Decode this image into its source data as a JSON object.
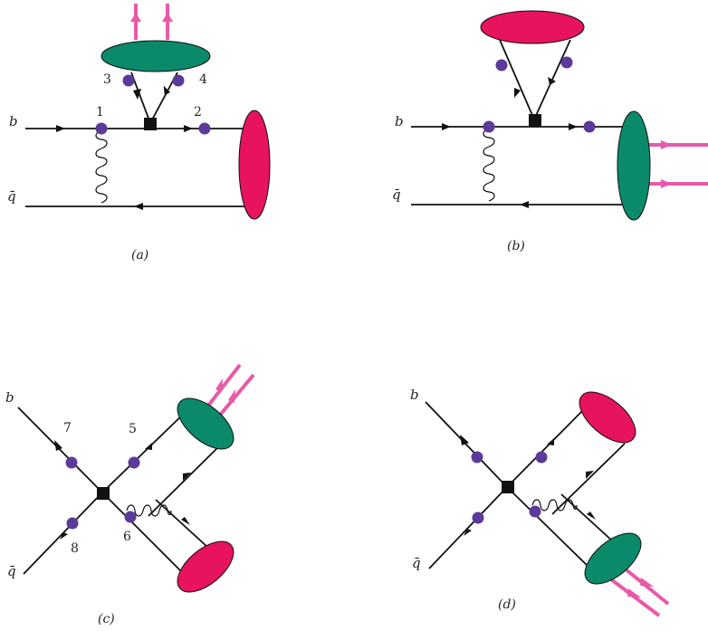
{
  "colors": {
    "line": "#111111",
    "vertex_dot": "#5b3a9a",
    "weak_vertex": "#111111",
    "teal_blob": "#0a8a6b",
    "crimson_blob": "#e8135e",
    "outgoing_arrow": "#e85aa8"
  },
  "diagrams": {
    "a": {
      "caption": "(a)",
      "quark_b": "b",
      "antiquark": "q̄",
      "vertex_labels": [
        "1",
        "2",
        "3",
        "4"
      ]
    },
    "b": {
      "caption": "(b)",
      "quark_b": "b",
      "antiquark": "q̄"
    },
    "c": {
      "caption": "(c)",
      "quark_b": "b",
      "antiquark": "q̄",
      "vertex_labels": [
        "5",
        "6",
        "7",
        "8"
      ]
    },
    "d": {
      "caption": "(d)",
      "quark_b": "b",
      "antiquark": "q̄"
    }
  }
}
